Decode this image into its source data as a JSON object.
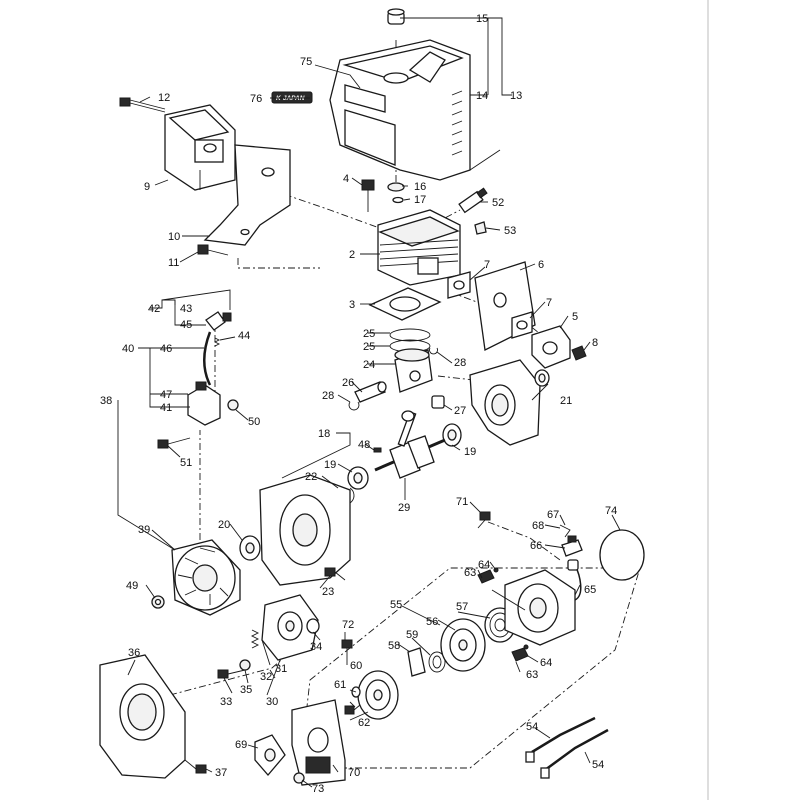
{
  "labels": {
    "p2": "2",
    "p3": "3",
    "p4": "4",
    "p5": "5",
    "p6": "6",
    "p7a": "7",
    "p7b": "7",
    "p8": "8",
    "p9": "9",
    "p10": "10",
    "p11": "11",
    "p12": "12",
    "p13": "13",
    "p14": "14",
    "p15": "15",
    "p16": "16",
    "p17": "17",
    "p18": "18",
    "p19a": "19",
    "p19b": "19",
    "p20": "20",
    "p21": "21",
    "p22": "22",
    "p23": "23",
    "p24": "24",
    "p25a": "25",
    "p25b": "25",
    "p26": "26",
    "p27": "27",
    "p28a": "28",
    "p28b": "28",
    "p29": "29",
    "p30": "30",
    "p31": "31",
    "p32": "32",
    "p33": "33",
    "p34": "34",
    "p35": "35",
    "p36": "36",
    "p37": "37",
    "p38": "38",
    "p39": "39",
    "p40": "40",
    "p41": "41",
    "p42": "42",
    "p43": "43",
    "p44": "44",
    "p45": "45",
    "p46": "46",
    "p47": "47",
    "p48": "48",
    "p49": "49",
    "p50": "50",
    "p51": "51",
    "p52": "52",
    "p53": "53",
    "p54a": "54",
    "p54b": "54",
    "p55": "55",
    "p56": "56",
    "p57": "57",
    "p58": "58",
    "p59": "59",
    "p60": "60",
    "p61": "61",
    "p62": "62",
    "p63a": "63",
    "p63b": "63",
    "p64a": "64",
    "p64b": "64",
    "p65": "65",
    "p66": "66",
    "p67": "67",
    "p68": "68",
    "p69": "69",
    "p70": "70",
    "p71": "71",
    "p72": "72",
    "p73": "73",
    "p74": "74",
    "p75": "75",
    "p76": "76"
  },
  "decal_text": "K-JAPAN"
}
